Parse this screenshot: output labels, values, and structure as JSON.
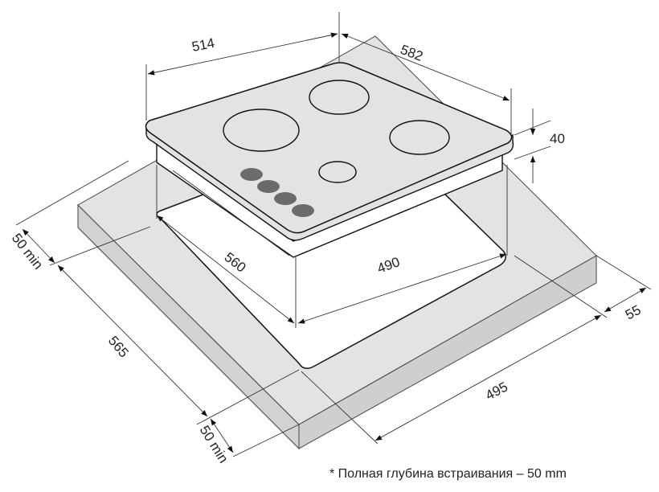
{
  "dimensions": {
    "hob_width": "514",
    "hob_depth": "582",
    "hob_height": "40",
    "cutout_depth": "560",
    "cutout_width": "490",
    "front_margin": "50 min",
    "countertop_depth": "565",
    "rear_margin": "50 min",
    "countertop_width": "495",
    "side_margin": "55"
  },
  "footnote": "* Полная глубина встраивания – 50 mm",
  "colors": {
    "surface": "#e3e3e3",
    "side": "#d2d2d2",
    "knob": "#6b6b6b",
    "line": "#222222"
  }
}
